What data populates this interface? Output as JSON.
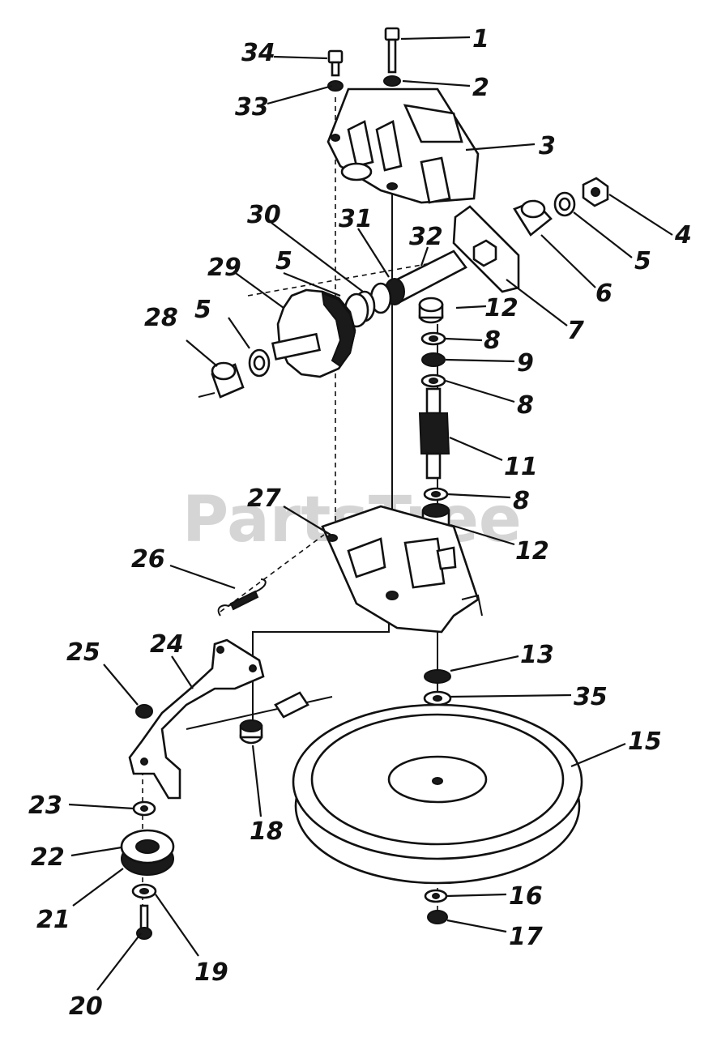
{
  "watermark": "PartsTree",
  "callouts": [
    {
      "id": "c1",
      "label": "1"
    },
    {
      "id": "c2",
      "label": "2"
    },
    {
      "id": "c3",
      "label": "3"
    },
    {
      "id": "c4",
      "label": "4"
    },
    {
      "id": "c5a",
      "label": "5"
    },
    {
      "id": "c6",
      "label": "6"
    },
    {
      "id": "c7",
      "label": "7"
    },
    {
      "id": "c5b",
      "label": "5"
    },
    {
      "id": "c5c",
      "label": "5"
    },
    {
      "id": "c12a",
      "label": "12"
    },
    {
      "id": "c8a",
      "label": "8"
    },
    {
      "id": "c9",
      "label": "9"
    },
    {
      "id": "c8b",
      "label": "8"
    },
    {
      "id": "c11",
      "label": "11"
    },
    {
      "id": "c8c",
      "label": "8"
    },
    {
      "id": "c12b",
      "label": "12"
    },
    {
      "id": "c13",
      "label": "13"
    },
    {
      "id": "c35",
      "label": "35"
    },
    {
      "id": "c15",
      "label": "15"
    },
    {
      "id": "c16",
      "label": "16"
    },
    {
      "id": "c17",
      "label": "17"
    },
    {
      "id": "c18",
      "label": "18"
    },
    {
      "id": "c19",
      "label": "19"
    },
    {
      "id": "c20",
      "label": "20"
    },
    {
      "id": "c21",
      "label": "21"
    },
    {
      "id": "c22",
      "label": "22"
    },
    {
      "id": "c23",
      "label": "23"
    },
    {
      "id": "c24",
      "label": "24"
    },
    {
      "id": "c25",
      "label": "25"
    },
    {
      "id": "c26",
      "label": "26"
    },
    {
      "id": "c27",
      "label": "27"
    },
    {
      "id": "c28",
      "label": "28"
    },
    {
      "id": "c29",
      "label": "29"
    },
    {
      "id": "c30",
      "label": "30"
    },
    {
      "id": "c31",
      "label": "31"
    },
    {
      "id": "c32",
      "label": "32"
    },
    {
      "id": "c33",
      "label": "33"
    },
    {
      "id": "c34",
      "label": "34"
    }
  ]
}
